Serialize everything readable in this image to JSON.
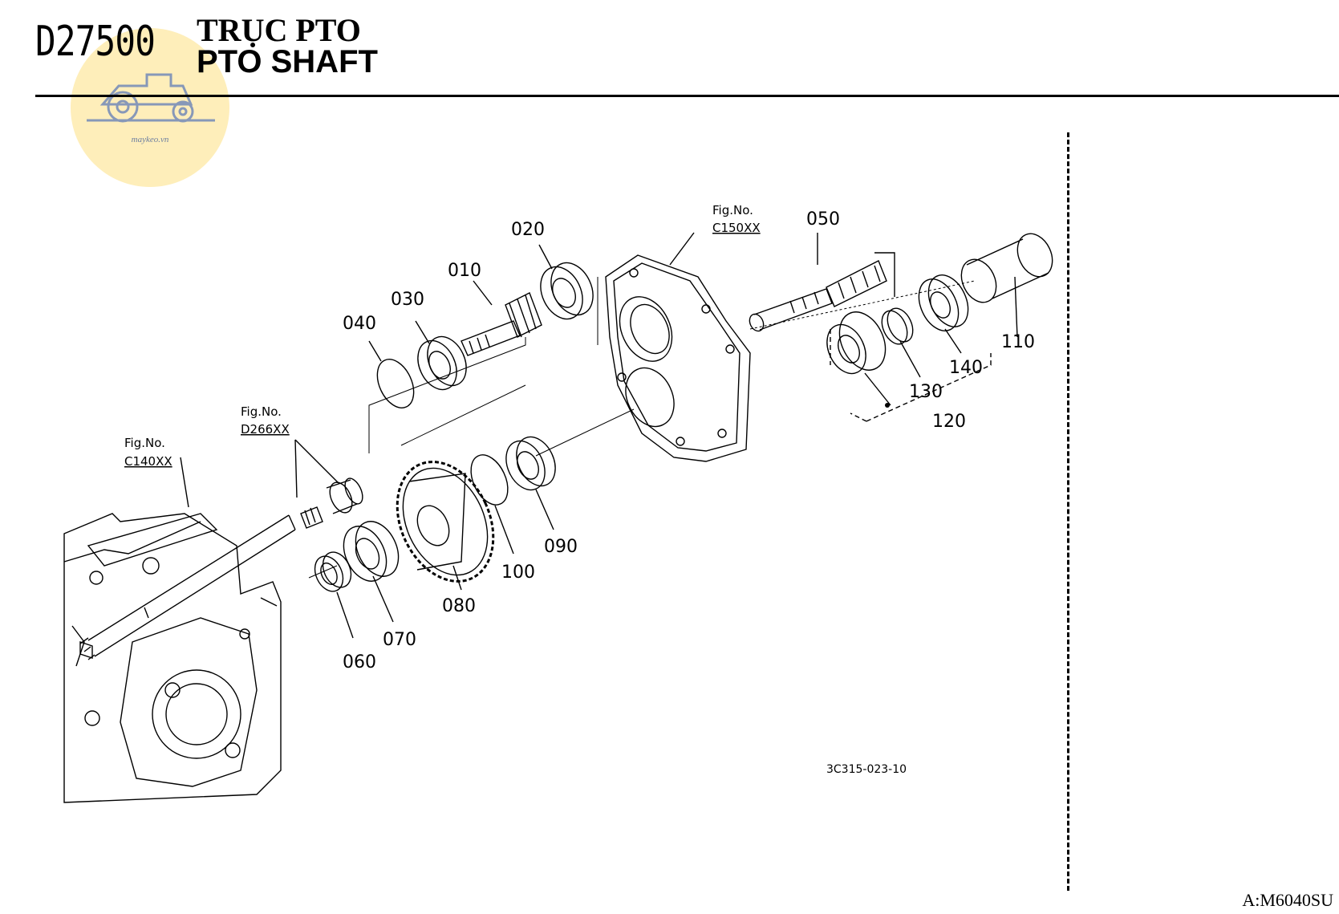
{
  "header": {
    "code": "D27500",
    "title_vi": "TRỤC PTO",
    "title_en": "PTO SHAFT"
  },
  "logo": {
    "text": "maykeo.vn",
    "icon": "tractor-icon"
  },
  "diagram": {
    "parts": [
      {
        "id": "010",
        "label": "010"
      },
      {
        "id": "020",
        "label": "020"
      },
      {
        "id": "030",
        "label": "030"
      },
      {
        "id": "040",
        "label": "040"
      },
      {
        "id": "050",
        "label": "050"
      },
      {
        "id": "060",
        "label": "060"
      },
      {
        "id": "070",
        "label": "070"
      },
      {
        "id": "080",
        "label": "080"
      },
      {
        "id": "090",
        "label": "090"
      },
      {
        "id": "100",
        "label": "100"
      },
      {
        "id": "110",
        "label": "110"
      },
      {
        "id": "120",
        "label": "120"
      },
      {
        "id": "130",
        "label": "130"
      },
      {
        "id": "140",
        "label": "140"
      }
    ],
    "figure_refs": [
      {
        "caption": "Fig.No.",
        "number": "C140XX"
      },
      {
        "caption": "Fig.No.",
        "number": "D266XX"
      },
      {
        "caption": "Fig.No.",
        "number": "C150XX"
      }
    ],
    "drawing_number": "3C315-023-10"
  },
  "footer": {
    "ref": "A:M6040SU"
  }
}
